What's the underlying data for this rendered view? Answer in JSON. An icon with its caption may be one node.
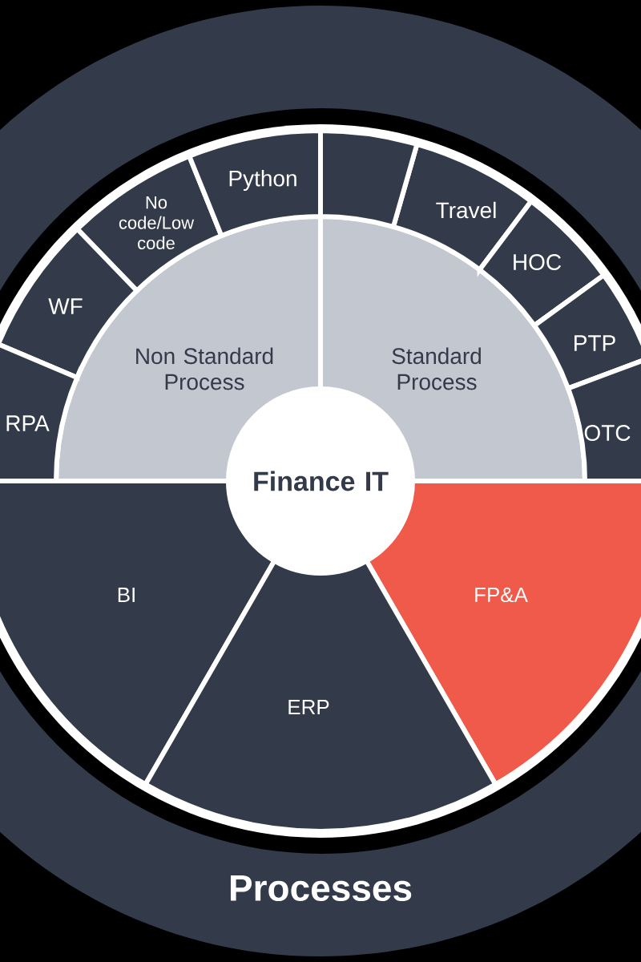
{
  "diagram": {
    "nodes": [
      {
        "text": [
          "No code/Low code"
        ],
        "in": 15
      },
      {
        "text": [
          "Python"
        ],
        "in": 15
      },
      {
        "text": [],
        "shape": "sector",
        "in": 15
      },
      {
        "text": [
          "Travel"
        ],
        "in": 15
      },
      {
        "text": [
          "HOC"
        ],
        "in": 15
      },
      {
        "text": [
          "WF"
        ],
        "in": 15
      },
      {
        "text": [
          "Non Standard Process"
        ],
        "in": 15
      },
      {
        "text": [
          "Standard Process"
        ],
        "in": 15
      },
      {
        "text": [
          "PTP"
        ],
        "in": 15
      },
      {
        "text": [
          "RPA"
        ],
        "in": 15
      },
      {
        "text": [
          "OTC"
        ],
        "in": 15
      },
      {
        "text": [
          "Finance IT"
        ],
        "in": 15
      },
      {
        "text": [
          "BI"
        ],
        "in": 15
      },
      {
        "text": [
          "FP&A"
        ],
        "in": 15
      },
      {
        "text": [
          "ERP"
        ],
        "in": 15
      },
      {
        "text": [
          "Processes"
        ]
      }
    ]
  }
}
